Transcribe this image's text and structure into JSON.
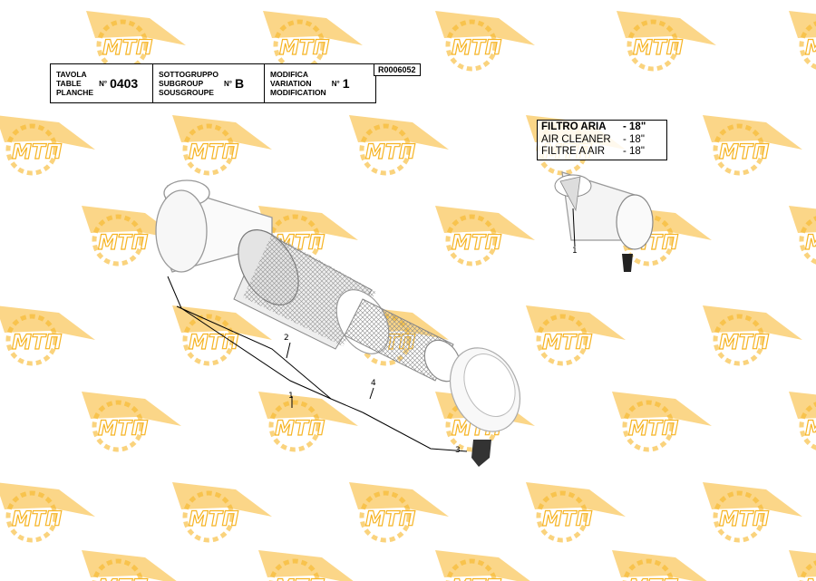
{
  "header": {
    "table": {
      "labels": [
        "TAVOLA",
        "TABLE",
        "PLANCHE"
      ],
      "prefix": "N°",
      "value": "0403"
    },
    "subgroup": {
      "labels": [
        "SOTTOGRUPPO",
        "SUBGROUP",
        "SOUSGROUPE"
      ],
      "prefix": "N°",
      "value": "B"
    },
    "modification": {
      "labels": [
        "MODIFICA",
        "VARIATION",
        "MODIFICATION"
      ],
      "prefix": "N°",
      "value": "1"
    },
    "reference": "R0006052"
  },
  "title_box": [
    {
      "name": "FILTRO ARIA",
      "size": "-  18\""
    },
    {
      "name": "AIR CLEANER",
      "size": "-  18\""
    },
    {
      "name": "FILTRE A AIR",
      "size": "-  18\""
    }
  ],
  "callouts": {
    "c1_main": "1",
    "c1_small": "1",
    "c2": "2",
    "c3": "3",
    "c4": "4"
  },
  "watermark": {
    "text": "MTΠ",
    "color": "#F5A800"
  }
}
